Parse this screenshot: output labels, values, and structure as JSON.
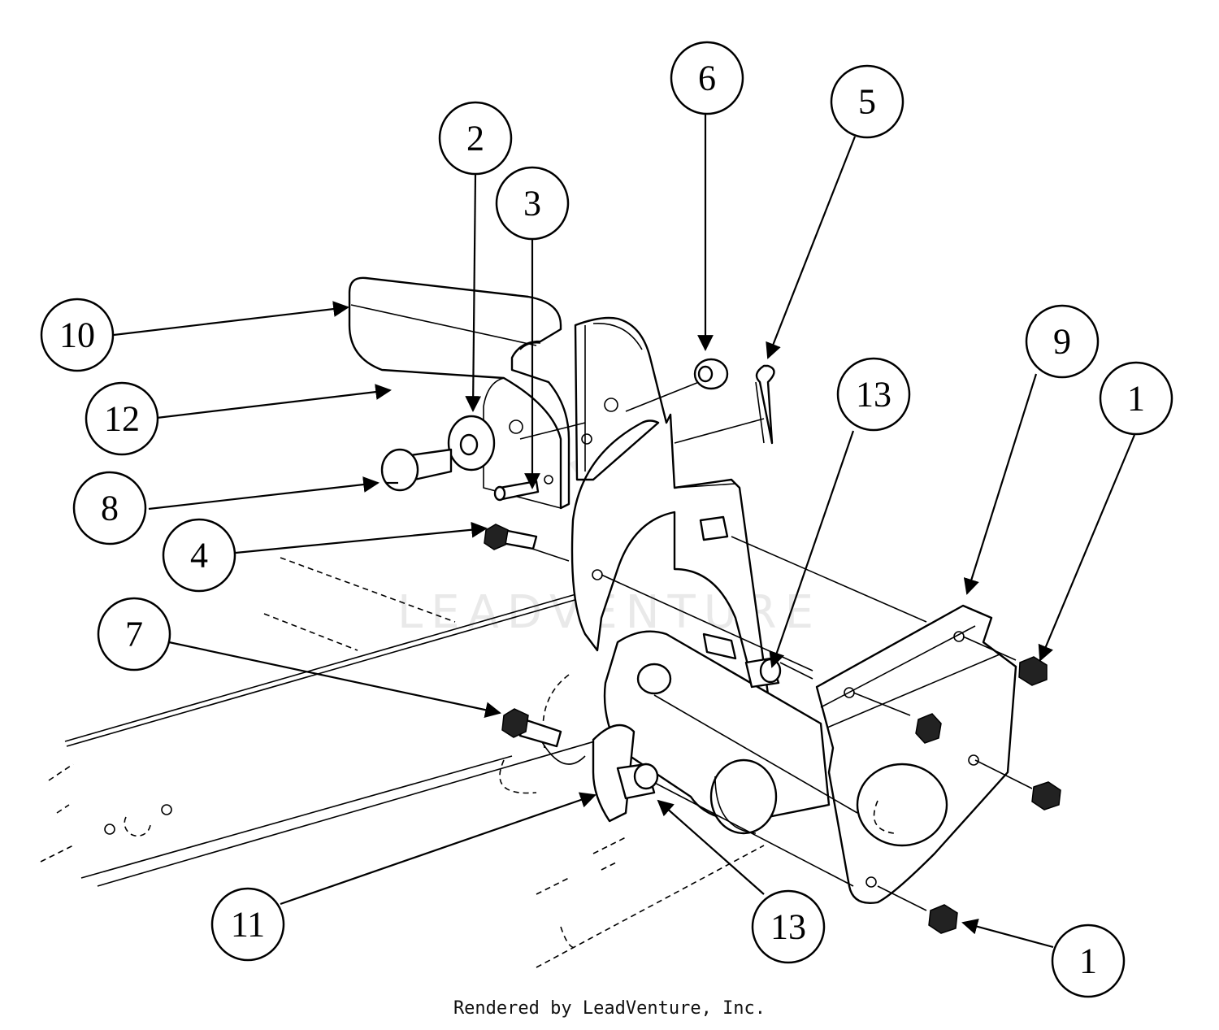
{
  "credit_text": "Rendered by LeadVenture, Inc.",
  "watermark_text": "LEADVENTURE",
  "callouts": [
    {
      "label": "1",
      "part": "hex-nut"
    },
    {
      "label": "1",
      "part": "hex-nut-lower"
    },
    {
      "label": "2",
      "part": "flat-washer"
    },
    {
      "label": "3",
      "part": "pin"
    },
    {
      "label": "4",
      "part": "hex-bolt"
    },
    {
      "label": "5",
      "part": "hairpin-clip"
    },
    {
      "label": "6",
      "part": "flange-nut"
    },
    {
      "label": "7",
      "part": "hex-bolt-lower"
    },
    {
      "label": "8",
      "part": "shoulder-bolt"
    },
    {
      "label": "9",
      "part": "mounting-plate"
    },
    {
      "label": "10",
      "part": "depth-bar-bracket"
    },
    {
      "label": "11",
      "part": "side-bracket"
    },
    {
      "label": "12",
      "part": "bracket-plate"
    },
    {
      "label": "13",
      "part": "spacer-upper"
    },
    {
      "label": "13",
      "part": "spacer-lower"
    }
  ]
}
